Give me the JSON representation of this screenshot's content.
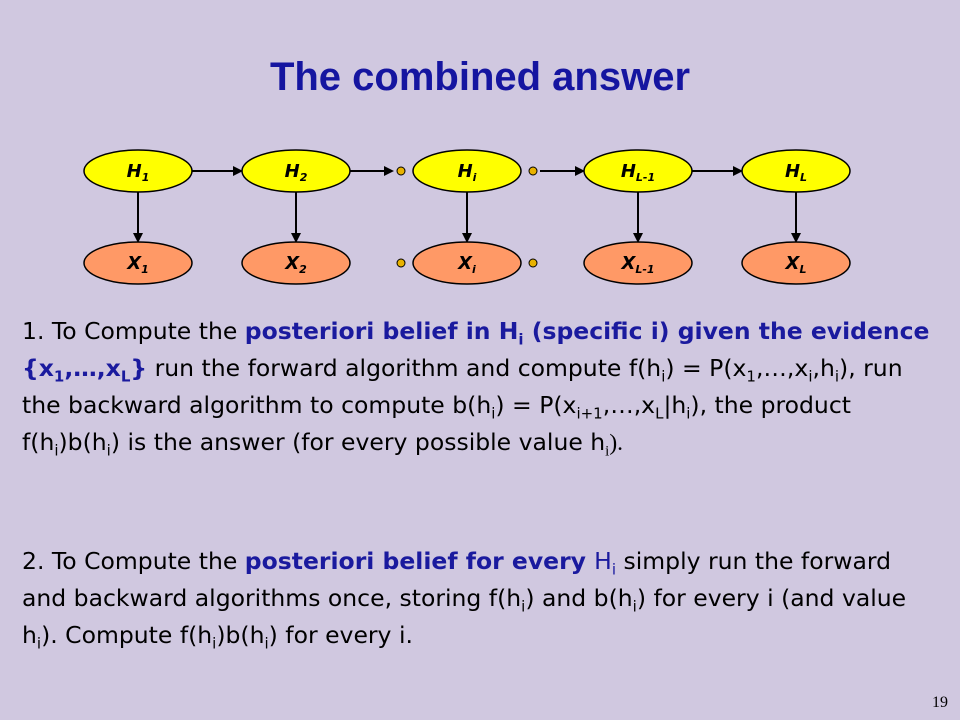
{
  "title": "The combined answer",
  "diagram": {
    "hidden_nodes": [
      {
        "base": "H",
        "sub": "1"
      },
      {
        "base": "H",
        "sub": "2"
      },
      {
        "base": "H",
        "sub": "i"
      },
      {
        "base": "H",
        "sub": "L-1"
      },
      {
        "base": "H",
        "sub": "L"
      }
    ],
    "observed_nodes": [
      {
        "base": "X",
        "sub": "1"
      },
      {
        "base": "X",
        "sub": "2"
      },
      {
        "base": "X",
        "sub": "i"
      },
      {
        "base": "X",
        "sub": "L-1"
      },
      {
        "base": "X",
        "sub": "L"
      }
    ],
    "colors": {
      "hidden_fill": "#ffff00",
      "observed_fill": "#ff9966",
      "ellipsis_dot": "#e8b200"
    }
  },
  "para1": {
    "s1": "1.  To Compute the ",
    "b1": "posteriori belief in H",
    "b1_sub": "i",
    "b2": " (specific i) given the evidence {x",
    "b2_sub1": "1",
    "b3": ",…,x",
    "b3_sub": "L",
    "b4": "}",
    "s2": " run the forward algorithm and compute f(h",
    "s2_sub": "i",
    "s3": ") = P(x",
    "s3_sub": "1",
    "s4": ",…,x",
    "s4_sub": "i",
    "s5": ",h",
    "s5_sub": "i",
    "s6": "), run the backward algorithm to compute b(h",
    "s6_sub": "i",
    "s7": ") = P(x",
    "s7_sub": "i+1",
    "s8": ",…,x",
    "s8_sub": "L",
    "s9": "|h",
    "s9_sub": "i",
    "s10": "), the product f(h",
    "s10_sub": "i",
    "s11": ")b(h",
    "s11_sub": "i",
    "s12": ") is the answer (for every possible value h",
    "s12_sub": "i",
    "s13": ")."
  },
  "para2": {
    "s1": "2. To Compute the ",
    "b1": "posteriori belief for every ",
    "b2": "H",
    "b2_sub": "i",
    "s2": " simply run the forward and backward algorithms once, storing f(h",
    "s2_sub": "i",
    "s3": ") and b(h",
    "s3_sub": "i",
    "s4": ") for every i (and value h",
    "s4_sub": "i",
    "s5": ").  Compute f(h",
    "s5_sub": "i",
    "s6": ")b(h",
    "s6_sub": "i",
    "s7": ") for every i."
  },
  "page_number": "19"
}
